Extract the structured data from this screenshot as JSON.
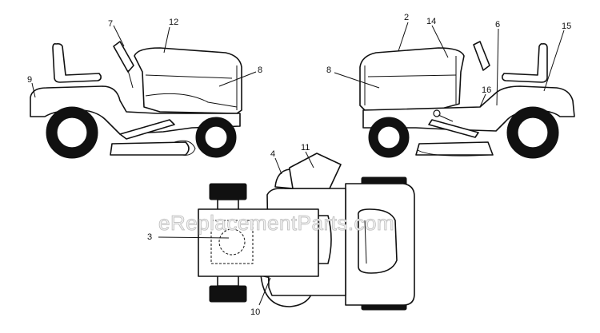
{
  "watermark": "eReplacementParts.com",
  "callouts": {
    "c1": "7",
    "c2": "12",
    "c3": "8",
    "c4": "9",
    "c5": "2",
    "c6": "14",
    "c7": "6",
    "c8": "15",
    "c9": "8",
    "c10": "16",
    "c11": "4",
    "c12": "11",
    "c13": "3",
    "c14": "10"
  },
  "colors": {
    "line": "#111111",
    "background": "#ffffff",
    "watermark": "#bdbdbd"
  }
}
